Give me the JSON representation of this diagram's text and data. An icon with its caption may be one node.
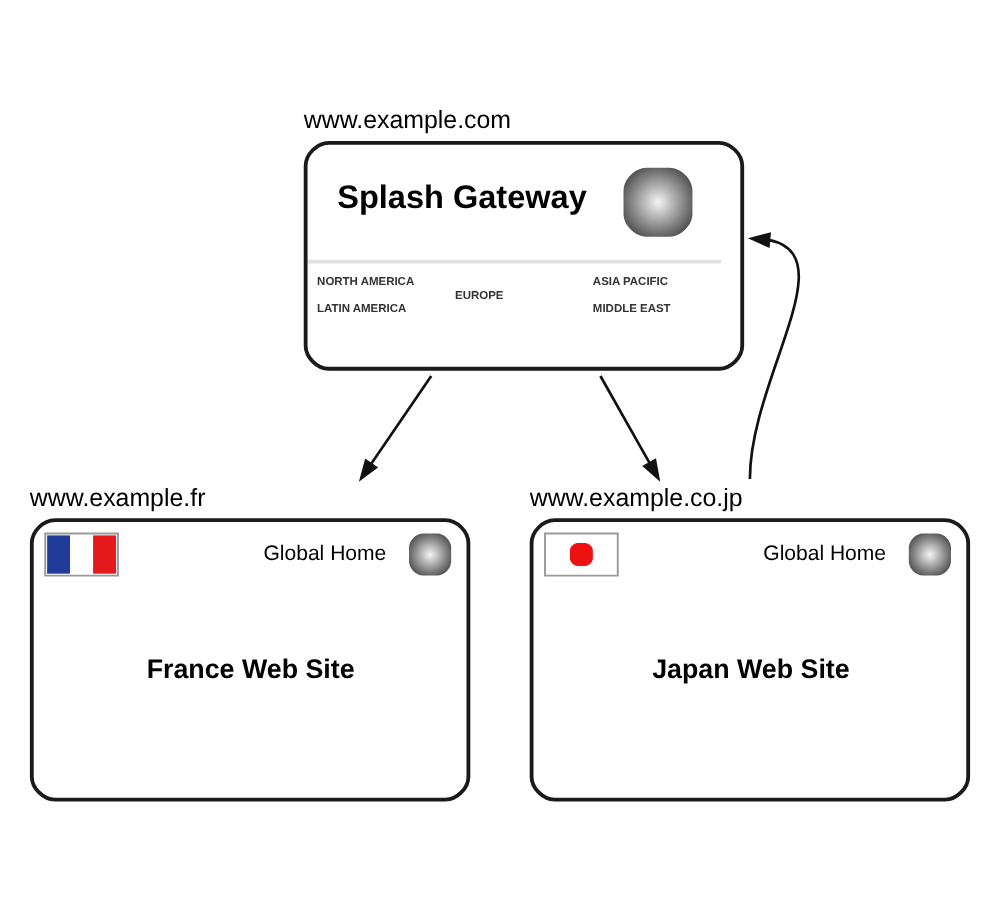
{
  "diagram": {
    "nodes": [
      {
        "text": [
          "www.example.com",
          "Splash Gateway",
          "NORTH AMERICA",
          "LATIN AMERICA",
          "EUROPE",
          "ASIA PACIFIC",
          "MIDDLE EAST"
        ]
      },
      {
        "text": [
          "www.example.fr",
          "Global Home",
          "France Web Site"
        ]
      },
      {
        "text": [
          "www.example.co.jp",
          "Global Home",
          "Japan Web Site"
        ]
      }
    ],
    "edges": [
      {
        "from": 0,
        "to": 1,
        "arrow": "to"
      },
      {
        "from": 0,
        "to": 2,
        "arrow": "to"
      },
      {
        "from": 2,
        "to": 0,
        "arrow": "to"
      }
    ]
  }
}
